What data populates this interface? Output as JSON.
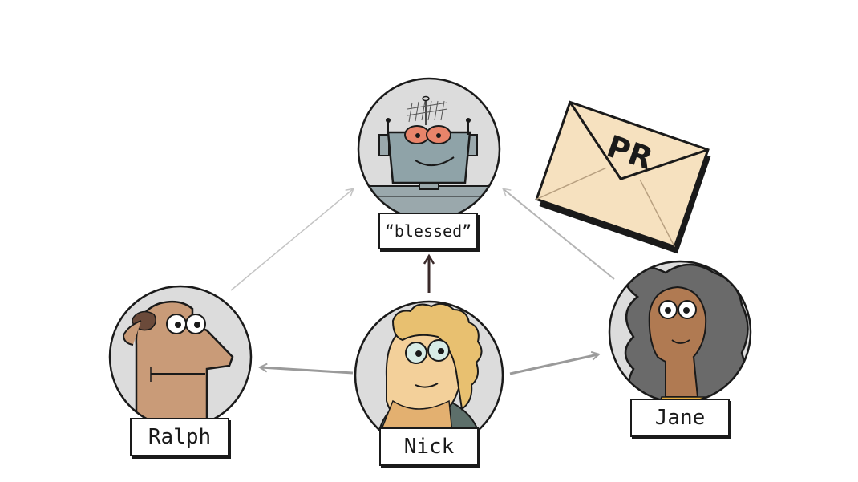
{
  "nodes": {
    "repo": {
      "label": "“blessed”",
      "icon": "robot-icon"
    },
    "ralph": {
      "label": "Ralph",
      "icon": "ralph-avatar-icon"
    },
    "nick": {
      "label": "Nick",
      "icon": "nick-avatar-icon"
    },
    "jane": {
      "label": "Jane",
      "icon": "jane-avatar-icon"
    }
  },
  "envelope": {
    "text": "PR",
    "icon": "envelope-icon"
  },
  "colors": {
    "outline": "#1a1a1a",
    "circle_fill": "#d9d9d9",
    "robot_body": "#8fa3a8",
    "robot_eye": "#e8846a",
    "envelope_fill": "#f6e1bf",
    "skin_ralph": "#c99b78",
    "skin_nick": "#f3d09a",
    "skin_jane": "#b07a52",
    "hair_nick": "#e8c070",
    "hair_jane": "#6a6a6a",
    "arrow_gray": "#9a9a9a",
    "arrow_dark": "#3a2a2a"
  }
}
